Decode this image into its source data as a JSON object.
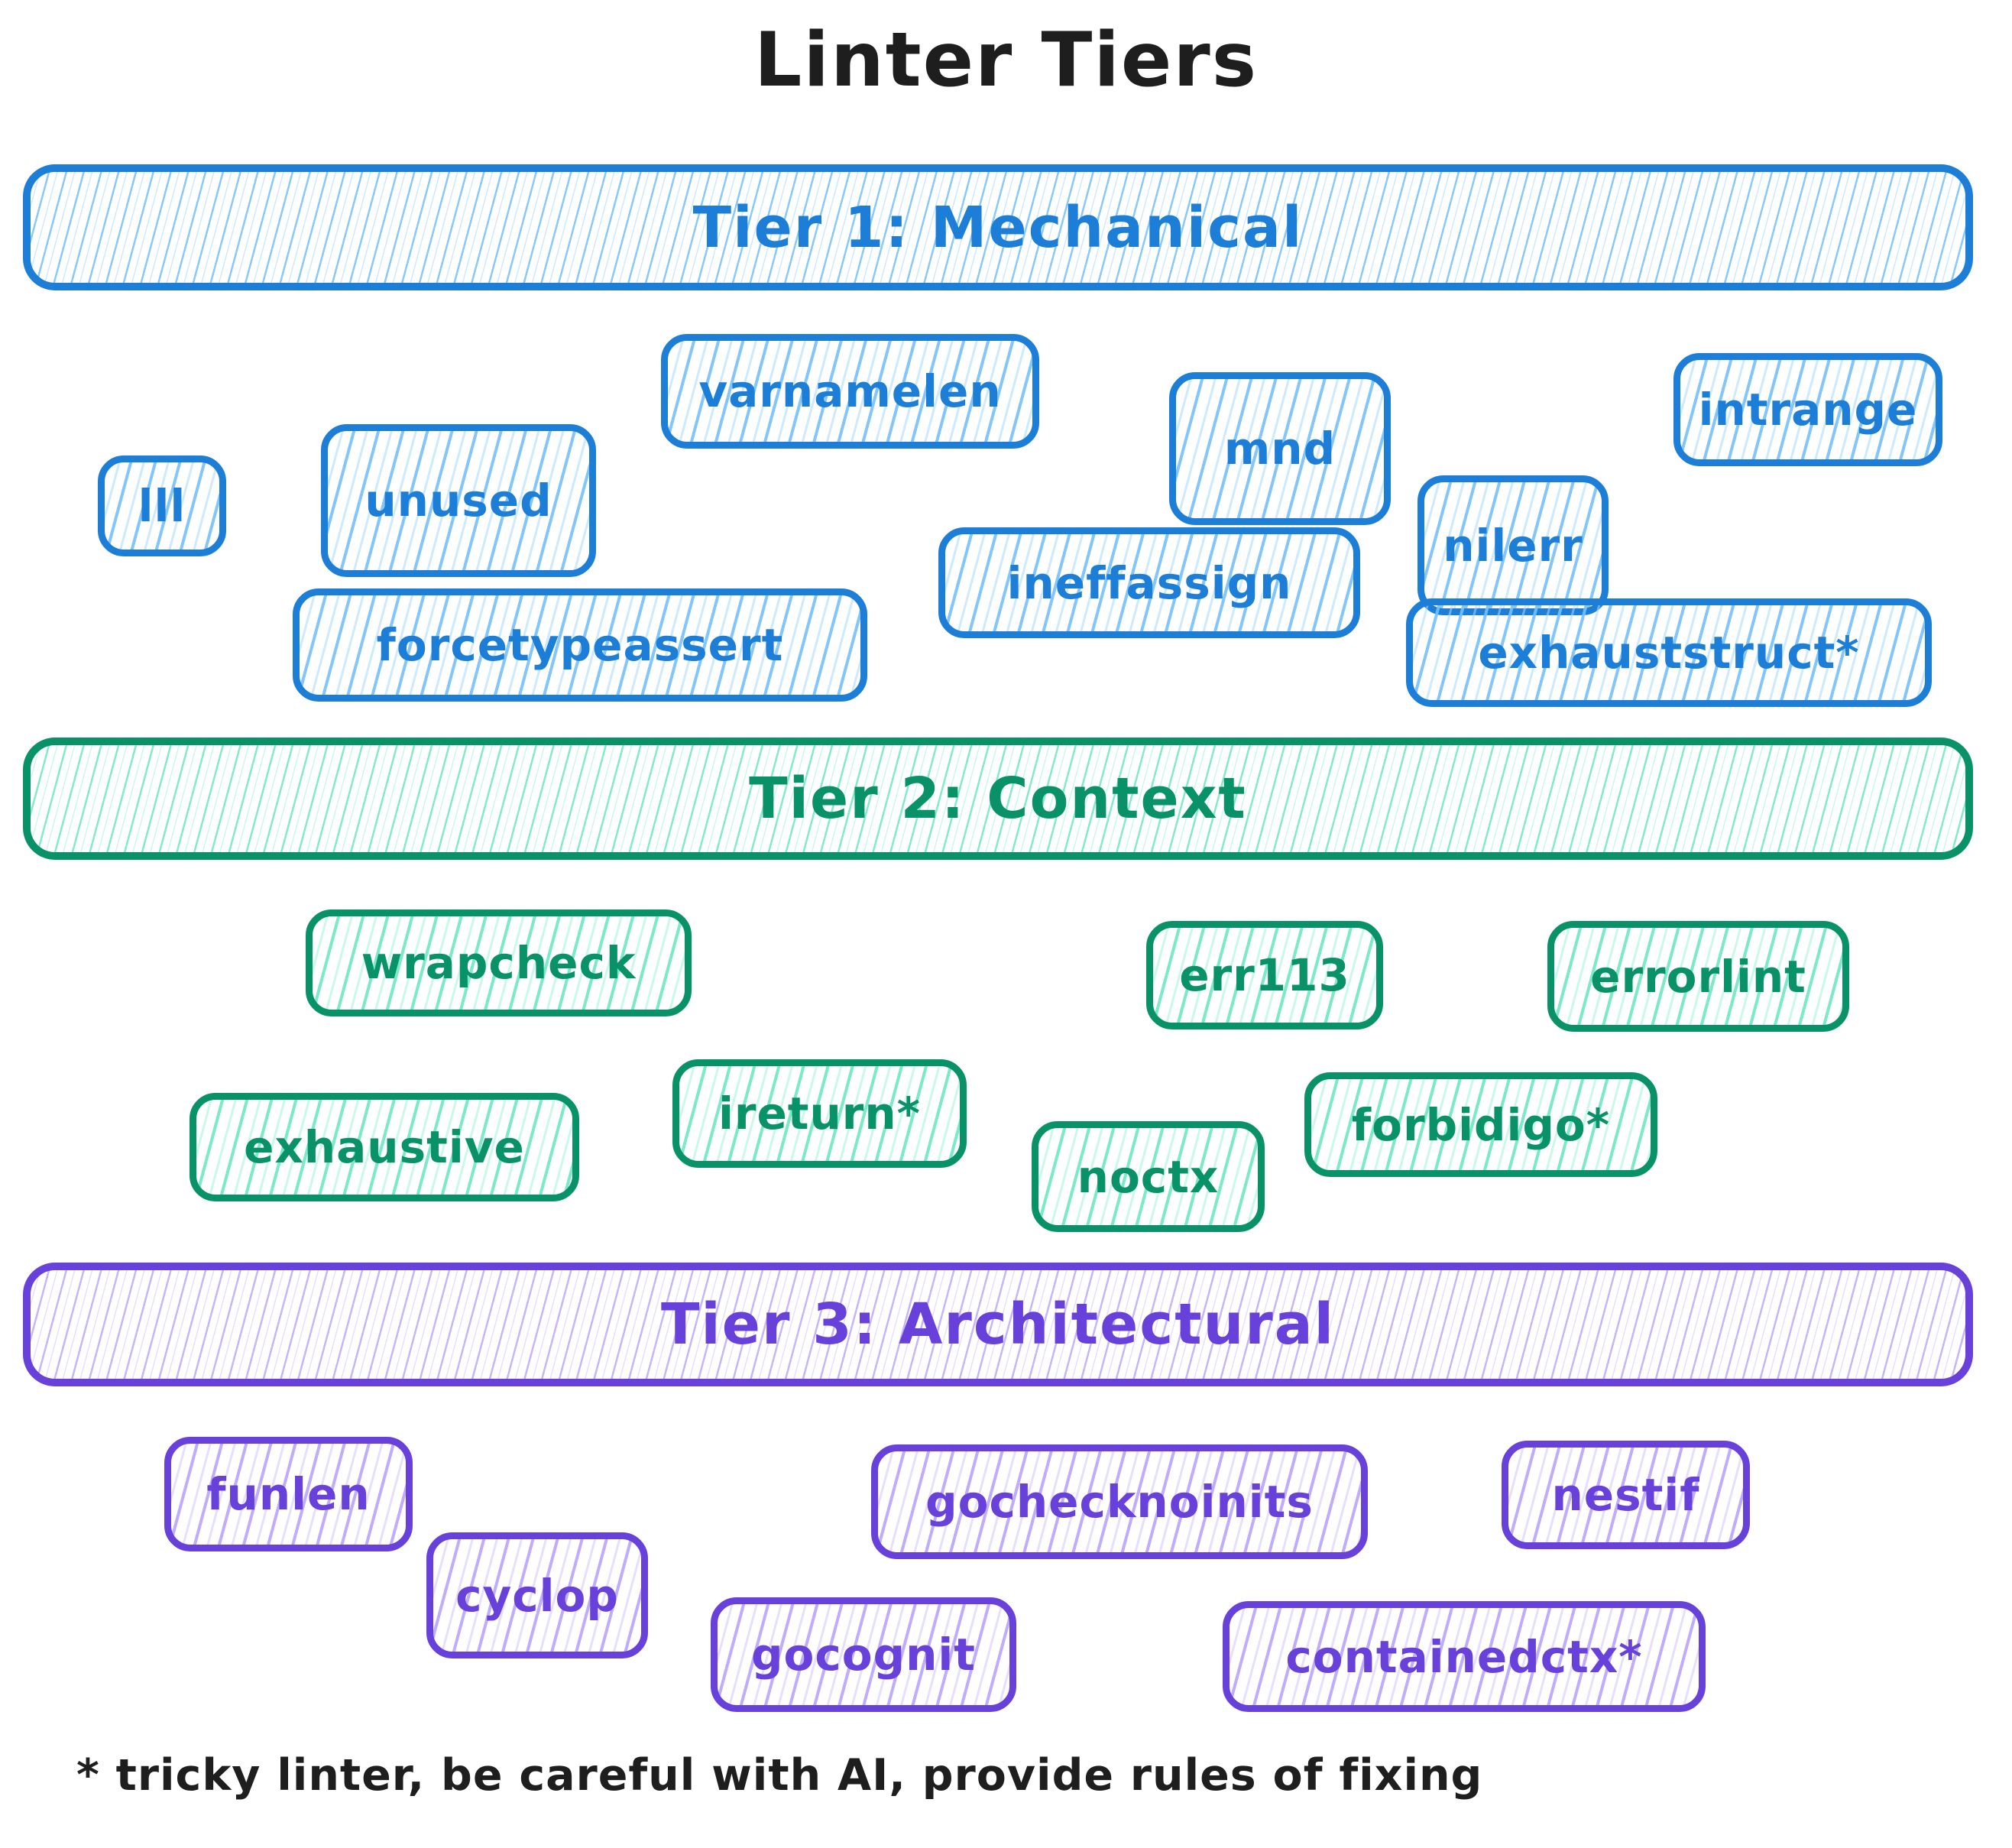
{
  "title": "Linter Tiers",
  "footnote": "* tricky linter, be careful with AI, provide rules of fixing",
  "colors": {
    "tier1_stroke": "#1c7ed6",
    "tier1_hatch": "#a5d8ff",
    "tier2_stroke": "#099268",
    "tier2_hatch": "#96f2d7",
    "tier3_stroke": "#6741d9",
    "tier3_hatch": "#d0bfff",
    "text": "#1e1e1e",
    "background": "#ffffff"
  },
  "tiers": [
    {
      "label": "Tier 1: Mechanical",
      "items": [
        {
          "label": "varnamelen"
        },
        {
          "label": "mnd"
        },
        {
          "label": "intrange"
        },
        {
          "label": "lll"
        },
        {
          "label": "unused"
        },
        {
          "label": "nilerr"
        },
        {
          "label": "ineffassign"
        },
        {
          "label": "forcetypeassert"
        },
        {
          "label": "exhauststruct*"
        }
      ]
    },
    {
      "label": "Tier 2: Context",
      "items": [
        {
          "label": "wrapcheck"
        },
        {
          "label": "err113"
        },
        {
          "label": "errorlint"
        },
        {
          "label": "exhaustive"
        },
        {
          "label": "ireturn*"
        },
        {
          "label": "noctx"
        },
        {
          "label": "forbidigo*"
        }
      ]
    },
    {
      "label": "Tier 3: Architectural",
      "items": [
        {
          "label": "funlen"
        },
        {
          "label": "cyclop"
        },
        {
          "label": "gochecknoinits"
        },
        {
          "label": "nestif"
        },
        {
          "label": "gocognit"
        },
        {
          "label": "containedctx*"
        }
      ]
    }
  ]
}
